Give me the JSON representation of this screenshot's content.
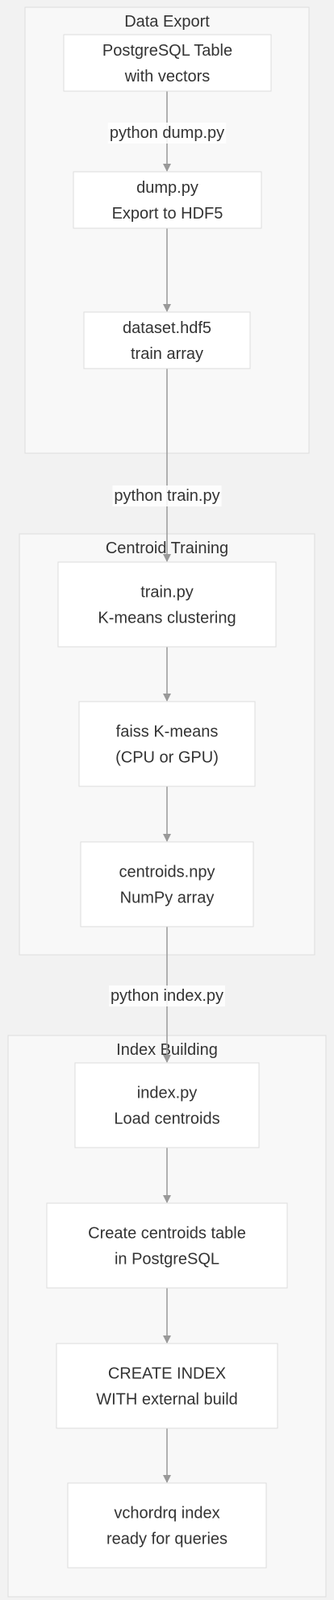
{
  "colors": {
    "background": "#f2f2f2",
    "cluster_fill": "#f8f8f8",
    "cluster_stroke": "#dddddd",
    "node_fill": "#ffffff",
    "node_stroke": "#dddddd",
    "edge": "#999999",
    "text": "#333333"
  },
  "clusters": [
    {
      "id": "data-export",
      "title": "Data Export"
    },
    {
      "id": "centroid-training",
      "title": "Centroid Training"
    },
    {
      "id": "index-building",
      "title": "Index Building"
    }
  ],
  "nodes": [
    {
      "id": "postgres-table",
      "cluster": "data-export",
      "lines": [
        "PostgreSQL Table",
        "with vectors"
      ]
    },
    {
      "id": "dump-py",
      "cluster": "data-export",
      "lines": [
        "dump.py",
        "Export to HDF5"
      ]
    },
    {
      "id": "dataset-hdf5",
      "cluster": "data-export",
      "lines": [
        "dataset.hdf5",
        "train array"
      ]
    },
    {
      "id": "train-py",
      "cluster": "centroid-training",
      "lines": [
        "train.py",
        "K-means clustering"
      ]
    },
    {
      "id": "faiss-kmeans",
      "cluster": "centroid-training",
      "lines": [
        "faiss K-means",
        "(CPU or GPU)"
      ]
    },
    {
      "id": "centroids-npy",
      "cluster": "centroid-training",
      "lines": [
        "centroids.npy",
        "NumPy array"
      ]
    },
    {
      "id": "index-py",
      "cluster": "index-building",
      "lines": [
        "index.py",
        "Load centroids"
      ]
    },
    {
      "id": "create-centroids-table",
      "cluster": "index-building",
      "lines": [
        "Create centroids table",
        "in PostgreSQL"
      ]
    },
    {
      "id": "create-index",
      "cluster": "index-building",
      "lines": [
        "CREATE INDEX",
        "WITH external build"
      ]
    },
    {
      "id": "vchordrq-index",
      "cluster": "index-building",
      "lines": [
        "vchordrq index",
        "ready for queries"
      ]
    }
  ],
  "edges": [
    {
      "from": "postgres-table",
      "to": "dump-py",
      "label": "python dump.py"
    },
    {
      "from": "dump-py",
      "to": "dataset-hdf5",
      "label": ""
    },
    {
      "from": "dataset-hdf5",
      "to": "train-py",
      "label": "python train.py"
    },
    {
      "from": "train-py",
      "to": "faiss-kmeans",
      "label": ""
    },
    {
      "from": "faiss-kmeans",
      "to": "centroids-npy",
      "label": ""
    },
    {
      "from": "centroids-npy",
      "to": "index-py",
      "label": "python index.py"
    },
    {
      "from": "index-py",
      "to": "create-centroids-table",
      "label": ""
    },
    {
      "from": "create-centroids-table",
      "to": "create-index",
      "label": ""
    },
    {
      "from": "create-index",
      "to": "vchordrq-index",
      "label": ""
    }
  ]
}
